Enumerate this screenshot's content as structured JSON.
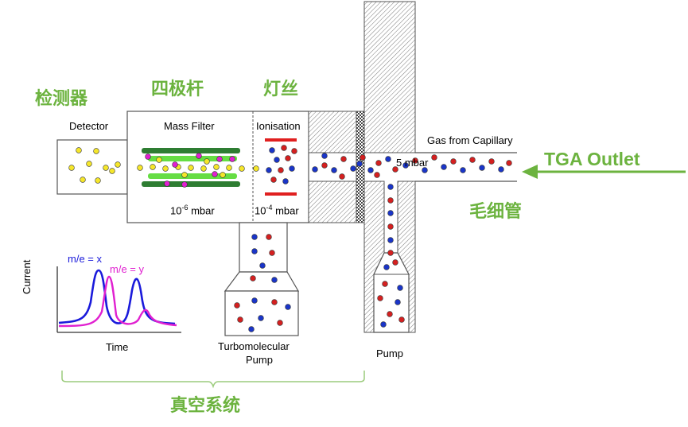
{
  "cn_labels": {
    "detector": "检测器",
    "mass_filter": "四极杆",
    "filament": "灯丝",
    "capillary": "毛细管",
    "vacuum_system": "真空系统"
  },
  "en_labels": {
    "detector": "Detector",
    "mass_filter": "Mass Filter",
    "ionisation": "Ionisation",
    "gas_from_capillary": "Gas from Capillary",
    "turbomolecular_pump_line1": "Turbomolecular",
    "turbomolecular_pump_line2": "Pump",
    "pump": "Pump"
  },
  "pressures": {
    "mass_filter_base": "10",
    "mass_filter_exp": "-6",
    "mass_filter_unit": " mbar",
    "ionisation_base": "10",
    "ionisation_exp": "-4",
    "ionisation_unit": " mbar",
    "capillary": "5 mbar"
  },
  "tga_outlet": "TGA Outlet",
  "graph": {
    "ylabel": "Current",
    "xlabel": "Time",
    "series_x": "m/e = x",
    "series_y": "m/e = y"
  },
  "colors": {
    "green_label": "#6cb33f",
    "arrow_green": "#6cb33f",
    "rod_dark": "#2e7d32",
    "rod_light": "#66dd44",
    "filament_red": "#e02020",
    "series_x_color": "#1a1adb",
    "series_y_color": "#e020d0",
    "neutral_particle": "#f5e62a",
    "ion_blue": "#1a35c8",
    "ion_red": "#d42020"
  }
}
